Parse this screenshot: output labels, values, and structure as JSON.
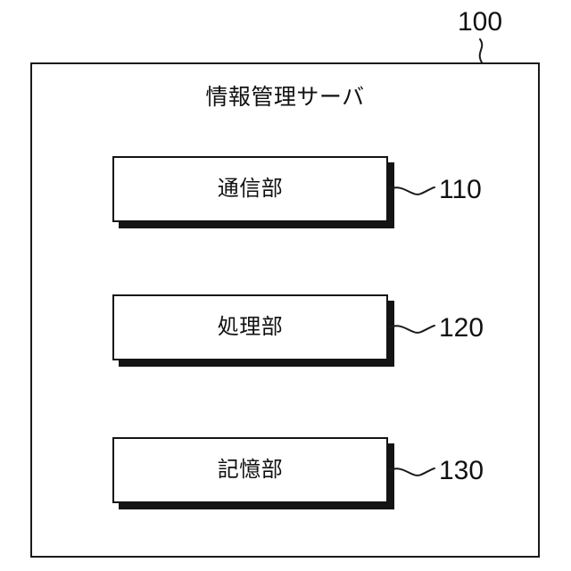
{
  "figure": {
    "title": "情報管理サーバ",
    "outer_reference_number": "100",
    "components": [
      {
        "label": "通信部",
        "reference_number": "110"
      },
      {
        "label": "処理部",
        "reference_number": "120"
      },
      {
        "label": "記憶部",
        "reference_number": "130"
      }
    ],
    "colors": {
      "line": "#1a1a1a",
      "shadow": "#141414",
      "background": "#ffffff",
      "text": "#111111"
    }
  }
}
